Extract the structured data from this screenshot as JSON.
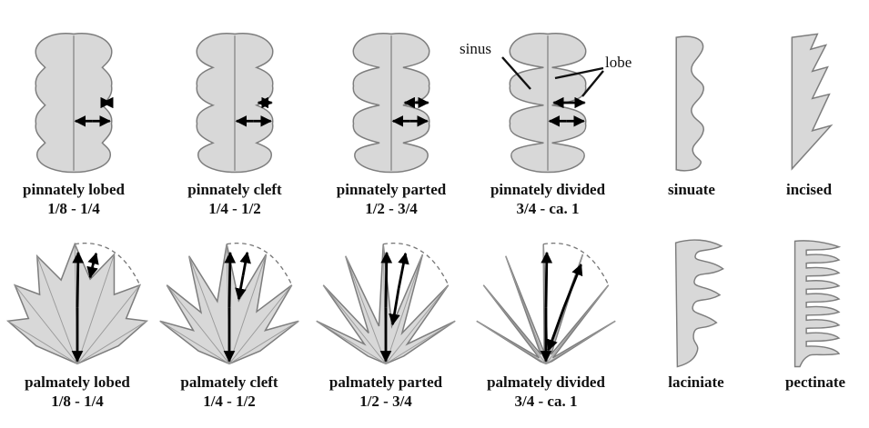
{
  "rows": [
    {
      "items": [
        {
          "name": "pinnately lobed",
          "range": "1/8 - 1/4"
        },
        {
          "name": "pinnately cleft",
          "range": "1/4 - 1/2"
        },
        {
          "name": "pinnately parted",
          "range": "1/2 - 3/4"
        },
        {
          "name": "pinnately divided",
          "range": "3/4 - ca. 1"
        },
        {
          "name": "sinuate",
          "range": ""
        },
        {
          "name": "incised",
          "range": ""
        }
      ]
    },
    {
      "items": [
        {
          "name": "palmately lobed",
          "range": "1/8 - 1/4"
        },
        {
          "name": "palmately cleft",
          "range": "1/4 - 1/2"
        },
        {
          "name": "palmately parted",
          "range": "1/2 - 3/4"
        },
        {
          "name": "palmately divided",
          "range": "3/4 - ca. 1"
        },
        {
          "name": "laciniate",
          "range": ""
        },
        {
          "name": "pectinate",
          "range": ""
        }
      ]
    }
  ],
  "annotations": {
    "sinus": "sinus",
    "lobe": "lobe"
  },
  "colors": {
    "leaf_fill": "#d8d8d8",
    "leaf_outline": "#7d7d7d",
    "ink": "#000000"
  }
}
